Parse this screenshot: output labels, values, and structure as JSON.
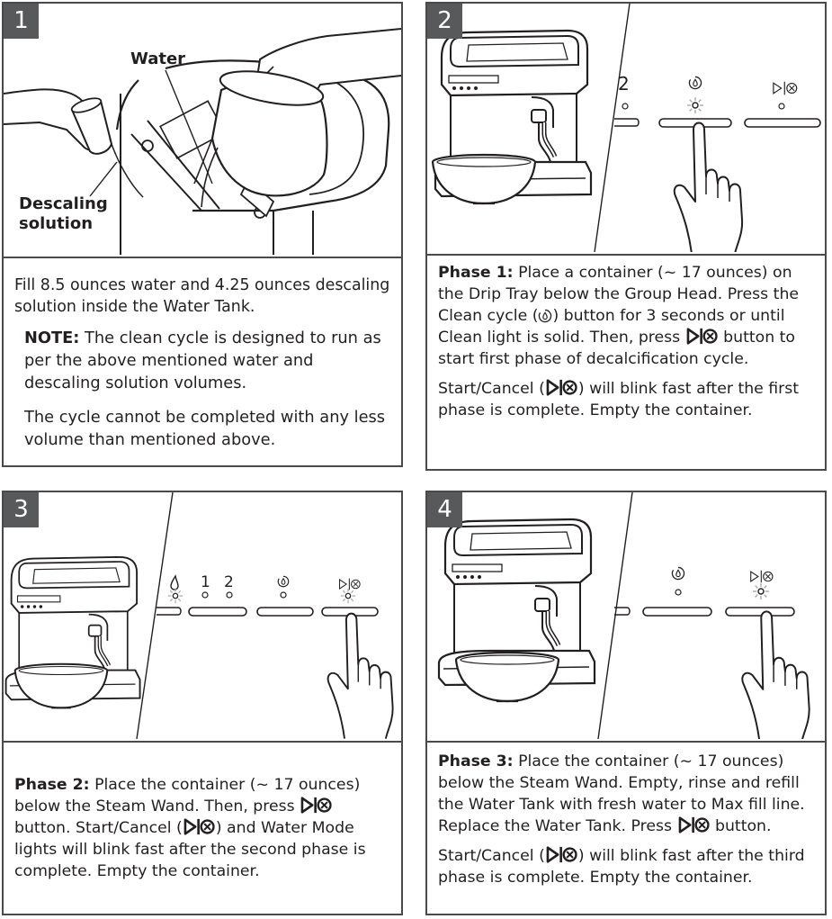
{
  "panels": [
    {
      "number": "1",
      "callouts": {
        "water": "Water",
        "descaling": "Descaling\nsolution"
      },
      "text": {
        "line1": "Fill 8.5 ounces water and 4.25 ounces descaling solution inside the Water Tank.",
        "note_label": "NOTE:",
        "note_text": " The clean cycle is designed to run as per the above mentioned water and descaling solution volumes.",
        "note2": "The cycle cannot be completed with any less volume than mentioned above."
      }
    },
    {
      "number": "2",
      "display": {
        "mode_label": "2"
      },
      "text": {
        "phase_label": "Phase 1:",
        "a": " Place a container (~ 17 ounces) on the Drip Tray below the Group Head. Press the Clean cycle (",
        "b": ") button for 3 seconds or until Clean light is solid. Then, press ",
        "c": " button to start first phase of decalcification cycle.",
        "d": "Start/Cancel (",
        "e": ") will blink fast after the first phase is complete. Empty the container."
      }
    },
    {
      "number": "3",
      "display": {
        "label_1": "1",
        "label_2": "2"
      },
      "text": {
        "phase_label": "Phase 2:",
        "a": " Place the container (~ 17 ounces) below the Steam Wand. Then, press ",
        "b": " button. Start/Cancel (",
        "c": ") and Water Mode lights will blink fast after the second phase is complete. Empty the container."
      }
    },
    {
      "number": "4",
      "text": {
        "phase_label": "Phase 3:",
        "a": " Place the container (~ 17 ounces) below the Steam Wand. Empty, rinse and refill the Water Tank with fresh water to Max fill line. Replace the Water Tank. Press ",
        "b": " button.",
        "c": "Start/Cancel (",
        "d": ") will blink fast after the third phase is complete. Empty the container."
      }
    }
  ],
  "icons": [
    "start-cancel-icon",
    "clean-cycle-icon",
    "water-drop-icon",
    "pressing-hand-icon",
    "pouring-hands-icon",
    "espresso-machine-icon"
  ]
}
